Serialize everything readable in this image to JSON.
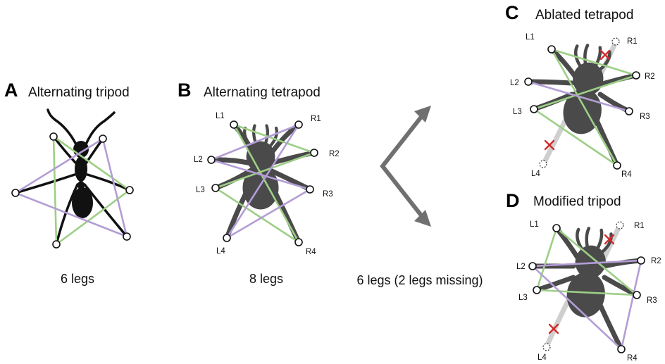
{
  "panels": {
    "A": {
      "letter": "A",
      "title": "Alternating tripod",
      "caption": "6 legs"
    },
    "B": {
      "letter": "B",
      "title": "Alternating tetrapod",
      "caption": "8 legs",
      "legs": {
        "L1": "L1",
        "L2": "L2",
        "L3": "L3",
        "L4": "L4",
        "R1": "R1",
        "R2": "R2",
        "R3": "R3",
        "R4": "R4"
      }
    },
    "C": {
      "letter": "C",
      "title": "Ablated tetrapod",
      "legs": {
        "L1": "L1",
        "L2": "L2",
        "L3": "L3",
        "L4": "L4",
        "R1": "R1",
        "R2": "R2",
        "R3": "R3",
        "R4": "R4"
      }
    },
    "D": {
      "letter": "D",
      "title": "Modified tripod",
      "legs": {
        "L1": "L1",
        "L2": "L2",
        "L3": "L3",
        "L4": "L4",
        "R1": "R1",
        "R2": "R2",
        "R3": "R3",
        "R4": "R4"
      }
    }
  },
  "transition": {
    "caption": "6 legs (2 legs missing)"
  },
  "colors": {
    "support_polygon_1": "#9dcf86",
    "support_polygon_2": "#b39dd6",
    "removed_leg_mark": "#d42a2a",
    "body": "#4a4a4a",
    "arrow": "#707070"
  },
  "icons": [
    "ant-silhouette",
    "spider-silhouette",
    "removed-leg-x-icon",
    "foot-contact-circle",
    "branching-arrow"
  ]
}
